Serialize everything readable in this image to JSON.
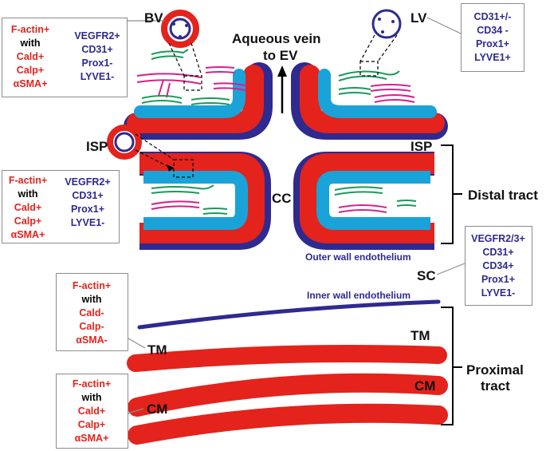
{
  "colors": {
    "smooth_muscle": "#e3231c",
    "endothelium": "#2e2a8f",
    "lumen_layer": "#1aa3d8",
    "vessel_green": "#1a9a5a",
    "vessel_magenta": "#d61f8c"
  },
  "labels": {
    "bv": "BV",
    "lv": "LV",
    "aqueous_vein_1": "Aqueous vein",
    "aqueous_vein_2": "to EV",
    "isp_left": "ISP",
    "isp_right": "ISP",
    "cc": "CC",
    "distal_tract": "Distal tract",
    "outer_wall": "Outer wall endothelium",
    "inner_wall": "Inner wall endothelium",
    "sc": "SC",
    "tm_left": "TM",
    "tm_right": "TM",
    "cm_right": "CM",
    "cm_left": "CM",
    "proximal_1": "Proximal",
    "proximal_2": "tract"
  },
  "boxes": {
    "bv_box": {
      "red": [
        "F-actin+",
        "with",
        "Cald+",
        "Calp+",
        "αSMA+"
      ],
      "blue": [
        "VEGFR2+",
        "CD31+",
        "Prox1-",
        "LYVE1-"
      ]
    },
    "lv_box": {
      "blue": [
        "CD31+/-",
        "CD34 -",
        "Prox1+",
        "LYVE1+"
      ]
    },
    "isp_box": {
      "red": [
        "F-actin+",
        "with",
        "Cald+",
        "Calp+",
        "αSMA+"
      ],
      "blue": [
        "VEGFR2+",
        "CD31+",
        "Prox1+",
        "LYVE1-"
      ]
    },
    "sc_box": {
      "blue": [
        "VEGFR2/3+",
        "CD31+",
        "CD34+",
        "Prox1+",
        "LYVE1-"
      ]
    },
    "tm_box": {
      "red": [
        "F-actin+",
        "with",
        "Cald-",
        "Calp-",
        "αSMA-"
      ]
    },
    "cm_box": {
      "red": [
        "F-actin+",
        "with",
        "Cald+",
        "Calp+",
        "αSMA+"
      ]
    }
  }
}
